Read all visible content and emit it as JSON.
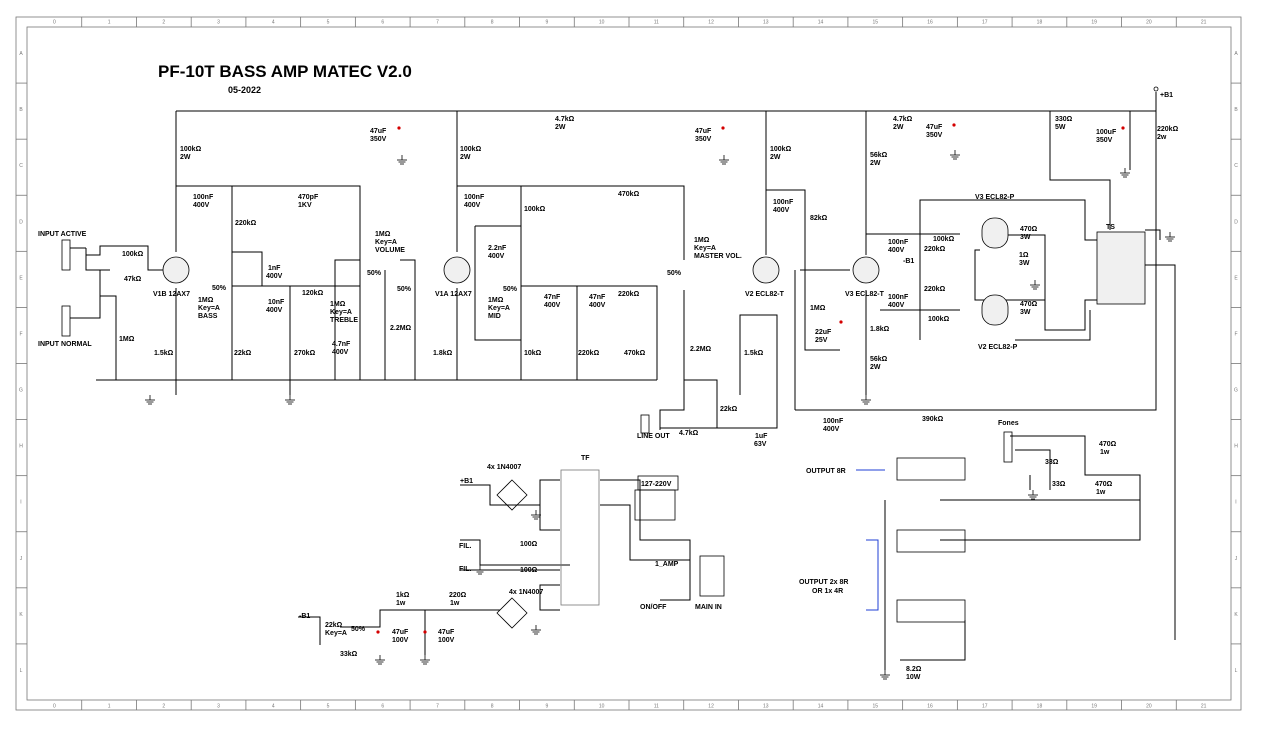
{
  "title": "PF-10T BASS AMP MATEC V2.0",
  "date": "05-2022",
  "grid": {
    "columns": [
      "0",
      "1",
      "2",
      "3",
      "4",
      "5",
      "6",
      "7",
      "8",
      "9",
      "10",
      "11",
      "12",
      "13",
      "14",
      "15",
      "16",
      "17",
      "18",
      "19",
      "20",
      "21"
    ],
    "rows": [
      "A",
      "B",
      "C",
      "D",
      "E",
      "F",
      "G",
      "H",
      "I",
      "J",
      "K",
      "L"
    ]
  },
  "labels": {
    "input_active": "INPUT ACTIVE",
    "input_normal": "INPUT NORMAL",
    "r_100k_in": "100kΩ",
    "r_47k_in": "47kΩ",
    "r_1m_in": "1MΩ",
    "v1b": "V1B 12AX7",
    "r_100k_v1b": "100kΩ",
    "r_2w_v1b": "2W",
    "r_1k5_v1b": "1.5kΩ",
    "c_100nf_1": "100nF",
    "c_400v_1": "400V",
    "r_220k_ts": "220kΩ",
    "c_470pf": "470pF",
    "c_1kv": "1KV",
    "c_1nf": "1nF",
    "c_400v_1nf": "400V",
    "c_10nf": "10nF",
    "c_400v_10nf": "400V",
    "pct_bass": "50%",
    "bass_1": "1MΩ",
    "bass_2": "Key=A",
    "bass_3": "BASS",
    "r_120k": "120kΩ",
    "treble_1": "1MΩ",
    "treble_2": "Key=A",
    "treble_3": "TREBLE",
    "c_4n7": "4.7nF",
    "c_400v_4n7": "400V",
    "r_22k_ts": "22kΩ",
    "r_270k": "270kΩ",
    "vol_1": "1MΩ",
    "vol_2": "Key=A",
    "vol_3": "VOLUME",
    "pct_vol_a": "50%",
    "pct_vol_b": "50%",
    "r_2m2_a": "2.2MΩ",
    "c_47uf_a": "47uF",
    "c_350v_a": "350V",
    "r_4k7_a": "4.7kΩ",
    "r_2w_a": "2W",
    "v1a": "V1A 12AX7",
    "r_100k_v1a": "100kΩ",
    "r_2w_v1a": "2W",
    "r_1k8_v1a": "1.8kΩ",
    "c_100nf_2": "100nF",
    "c_400v_2": "400V",
    "r_100k_mid": "100kΩ",
    "c_2n2": "2.2nF",
    "c_400v_2n2": "400V",
    "pct_mid": "50%",
    "mid_1": "1MΩ",
    "mid_2": "Key=A",
    "mid_3": "MID",
    "c_47nf_a": "47nF",
    "c_400v_47a": "400V",
    "c_47nf_b": "47nF",
    "c_400v_47b": "400V",
    "r_220k_mid": "220kΩ",
    "r_470k_top": "470kΩ",
    "r_10k": "10kΩ",
    "r_220k_low": "220kΩ",
    "r_470k_low": "470kΩ",
    "c_47uf_b": "47uF",
    "c_350v_b": "350V",
    "mv_1": "1MΩ",
    "mv_2": "Key=A",
    "mv_3": "MASTER VOL.",
    "pct_mv": "50%",
    "r_2m2_b": "2.2MΩ",
    "r_22k_out": "22kΩ",
    "line_out": "LINE OUT",
    "r_4k7_line": "4.7kΩ",
    "c_1uf": "1uF",
    "c_63v": "63V",
    "v2t": "V2 ECL82-T",
    "r_100k_v2t": "100kΩ",
    "r_2w_v2t": "2W",
    "r_1k5_v2t": "1.5kΩ",
    "c_100nf_3": "100nF",
    "c_400v_3": "400V",
    "r_82k": "82kΩ",
    "r_1m_pi": "1MΩ",
    "c_22uf": "22uF",
    "c_25v": "25V",
    "v3t": "V3 ECL82-T",
    "r_56k_a": "56kΩ",
    "r_2w_56a": "2W",
    "r_1k8_pi": "1.8kΩ",
    "r_56k_b": "56kΩ",
    "r_2w_56b": "2W",
    "c_100nf_4": "100nF",
    "c_400v_4": "400V",
    "c_100nf_5": "100nF",
    "c_400v_5": "400V",
    "r_100k_g1": "100kΩ",
    "r_100k_g2": "100kΩ",
    "minus_b1": "-B1",
    "r_220k_g1": "220kΩ",
    "r_220k_g2": "220kΩ",
    "r_4k7_b": "4.7kΩ",
    "r_2w_b": "2W",
    "c_47uf_c": "47uF",
    "c_350v_c": "350V",
    "v3p": "V3 ECL82-P",
    "v2p": "V2 ECL82-P",
    "r_470_a": "470Ω",
    "r_3w_a": "3W",
    "r_1": "1Ω",
    "r_3w_1": "3W",
    "r_470_b": "470Ω",
    "r_3w_b": "3W",
    "ts": "TS",
    "r_330": "330Ω",
    "r_5w": "5W",
    "c_100uf": "100uF",
    "c_350v_d": "350V",
    "plus_b1": "+B1",
    "r_220k_bl": "220kΩ",
    "r_2w_bl": "2w",
    "c_100nf_fb": "100nF",
    "c_400v_fb": "400V",
    "r_390k": "390kΩ",
    "fones": "Fones",
    "r_470_f1": "470Ω",
    "r_1w_f1": "1w",
    "r_33_a": "33Ω",
    "r_33_b": "33Ω",
    "r_470_f2": "470Ω",
    "r_1w_f2": "1w",
    "output_8r": "OUTPUT 8R",
    "output_2x": "OUTPUT 2x 8R",
    "output_or": "OR   1x 4R",
    "r_8r2": "8.2Ω",
    "r_10w": "10W",
    "bridge_1": "4x 1N4007",
    "plus_b1_psu": "+B1",
    "tf": "TF",
    "v127": "127-220V",
    "fil_1": "FIL.",
    "fil_2": "FIL.",
    "r_100_a": "100Ω",
    "r_100_b": "100Ω",
    "fuse": "1_AMP",
    "onoff": "ON/OFF",
    "main_in": "MAIN IN",
    "bridge_2": "4x 1N4007",
    "minus_b1_psu": "-B1",
    "r_1k": "1kΩ",
    "r_1w_1k": "1w",
    "r_220": "220Ω",
    "r_1w_220": "1w",
    "r_22k_bias": "22kΩ",
    "key_bias": "Key=A",
    "pct_bias": "50%",
    "r_33k": "33kΩ",
    "c_47uf_e": "47uF",
    "c_100v_e": "100V",
    "c_47uf_f": "47uF",
    "c_100v_f": "100V"
  }
}
